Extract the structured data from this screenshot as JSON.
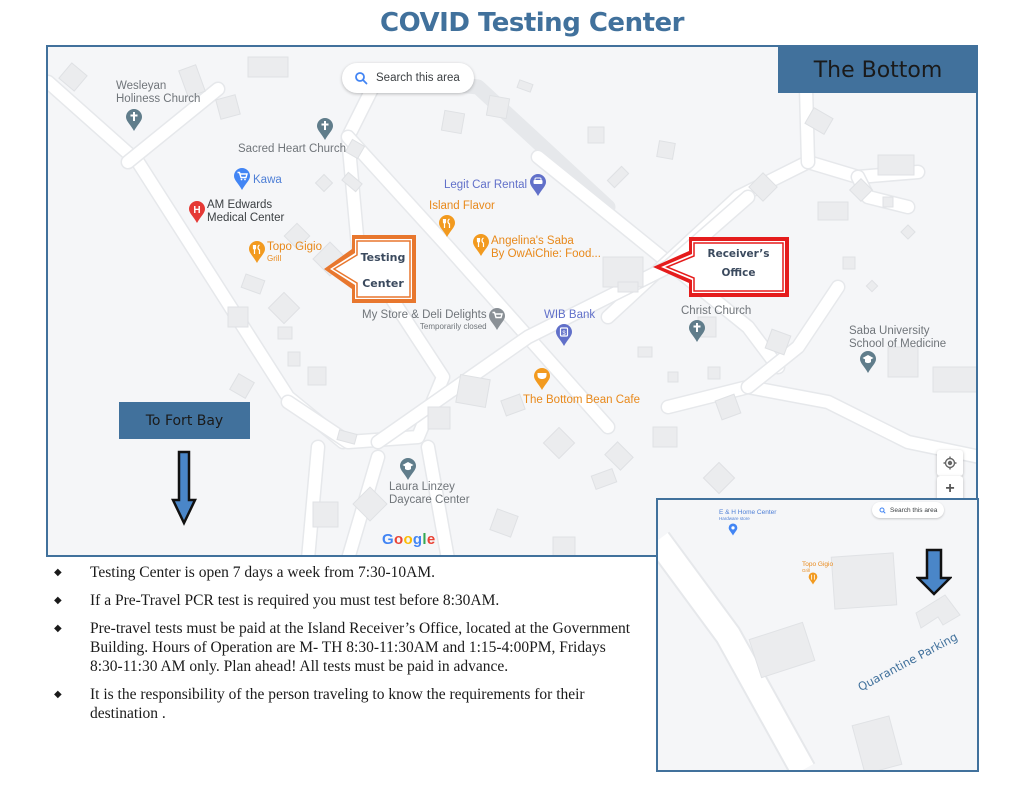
{
  "title": "COVID Testing Center",
  "map": {
    "search_label": "Search this area",
    "region_label": "The Bottom",
    "direction_label": "To Fort Bay",
    "attribution": "Google",
    "callouts": {
      "testing_center": [
        "Testing",
        "Center"
      ],
      "receivers_office": [
        "Receiver’s",
        "Office"
      ]
    },
    "controls": {
      "locate": "my-location",
      "zoom_in": "+"
    },
    "pois": [
      {
        "name": "Wesleyan Holiness Church",
        "type": "church"
      },
      {
        "name": "Sacred Heart Church",
        "type": "church"
      },
      {
        "name": "Kawa",
        "type": "shopping"
      },
      {
        "name": "AM Edwards Medical Center",
        "type": "hospital"
      },
      {
        "name": "Topo Gigio",
        "sub": "Grill",
        "type": "restaurant"
      },
      {
        "name": "Legit Car Rental",
        "type": "car-rental"
      },
      {
        "name": "Island Flavor",
        "type": "restaurant"
      },
      {
        "name": "Angelina's Saba By OwAiChie: Food...",
        "type": "restaurant"
      },
      {
        "name": "My Store & Deli Delights",
        "sub": "Temporarily closed",
        "type": "shopping"
      },
      {
        "name": "WIB Bank",
        "type": "bank"
      },
      {
        "name": "Christ Church",
        "type": "church"
      },
      {
        "name": "Saba University School of Medicine",
        "type": "school"
      },
      {
        "name": "The Bottom Bean Cafe",
        "type": "cafe"
      },
      {
        "name": "Laura Linzey Daycare Center",
        "type": "school"
      }
    ],
    "poi_lines": {
      "wesleyan_1": "Wesleyan",
      "wesleyan_2": "Holiness Church",
      "sacred_heart": "Sacred Heart Church",
      "kawa": "Kawa",
      "am_edwards_1": "AM Edwards",
      "am_edwards_2": "Medical Center",
      "topo_gigio": "Topo Gigio",
      "topo_gigio_sub": "Grill",
      "legit_car": "Legit Car Rental",
      "island_flavor": "Island Flavor",
      "angelinas_1": "Angelina's Saba",
      "angelinas_2": "By OwAiChie: Food...",
      "my_store": "My Store & Deli Delights",
      "my_store_sub": "Temporarily closed",
      "wib_bank": "WIB Bank",
      "christ_church": "Christ Church",
      "saba_uni_1": "Saba University",
      "saba_uni_2": "School of Medicine",
      "bottom_bean": "The Bottom Bean Cafe",
      "laura_1": "Laura Linzey",
      "laura_2": "Daycare Center"
    }
  },
  "inset": {
    "search_label": "Search this area",
    "eh_home": "E & H Home Center",
    "eh_home_sub": "Hardware store",
    "topo_gigio": "Topo Gigio",
    "topo_gigio_sub": "Grill",
    "quarantine_label": "Quarantine Parking"
  },
  "colors": {
    "accent_blue": "#41719c",
    "testing_orange": "#e8772e",
    "receiver_red": "#e51c1c",
    "arrow_blue": "#4a86c8"
  },
  "notes": [
    "Testing Center is open 7 days a week from 7:30-10AM.",
    "If a Pre-Travel PCR test is required you must test before 8:30AM.",
    "Pre-travel tests must be paid at the Island Receiver’s Office, located at the Government Building.  Hours of  Operation are M- TH 8:30-11:30AM and 1:15-4:00PM, Fridays 8:30-11:30 AM only.  Plan  ahead! All tests must be paid in advance.",
    "It is the responsibility of the person traveling to know the requirements for their destination ."
  ]
}
